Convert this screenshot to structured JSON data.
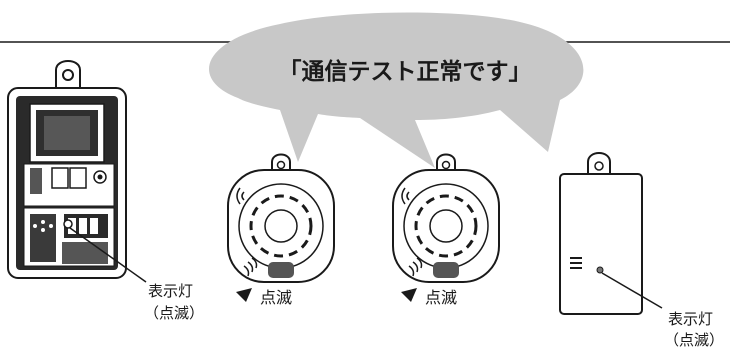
{
  "speech_bubble": {
    "text": "「通信テスト正常です」"
  },
  "labels": {
    "indicator_left_line1": "表示灯",
    "indicator_left_line2": "（点滅）",
    "blink_1": "点滅",
    "blink_2": "点滅",
    "indicator_right_line1": "表示灯",
    "indicator_right_line2": "（点滅）"
  },
  "colors": {
    "bubble_fill": "#c8c8c8",
    "device_outline": "#1a1a1a",
    "panel_fill": "#222222",
    "detector_fill": "#ffffff"
  },
  "icons": [
    "speaker-icon",
    "sound-wave-icon",
    "blink-arrow-icon"
  ]
}
